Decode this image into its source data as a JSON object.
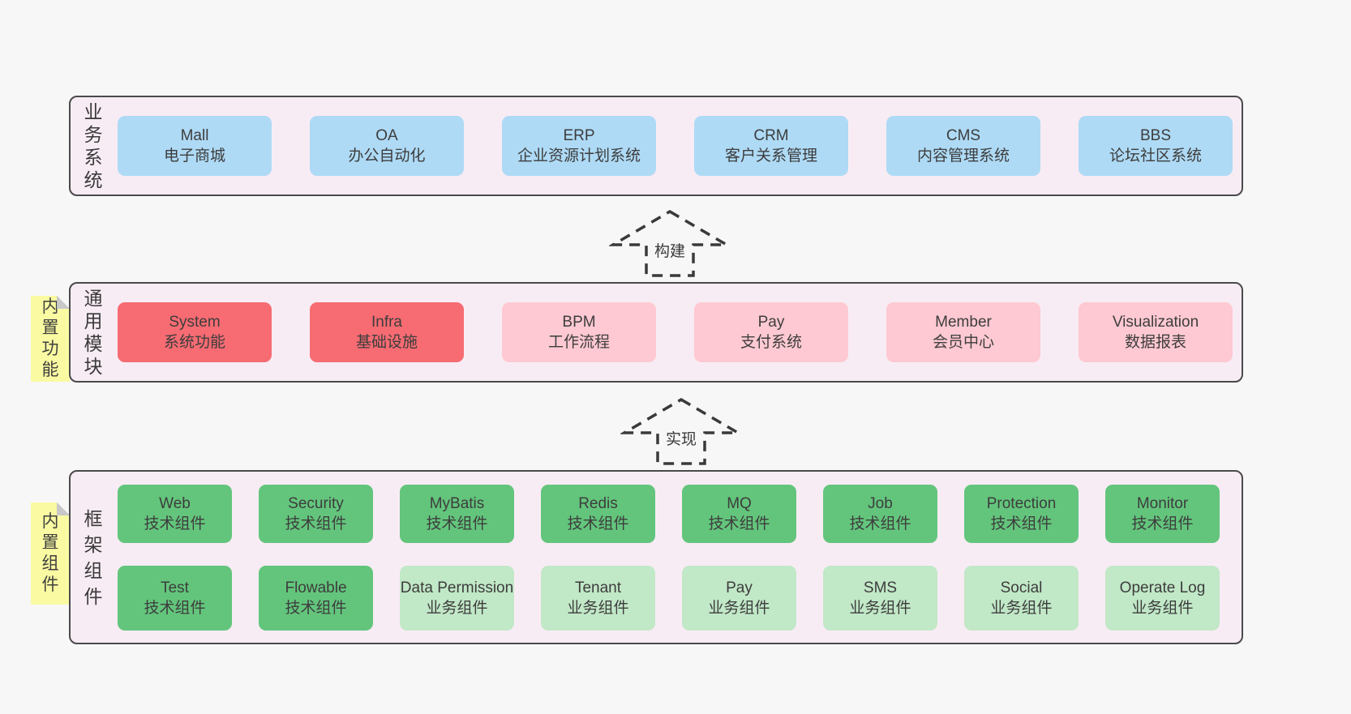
{
  "page": {
    "background": "#f7f7f7"
  },
  "colors": {
    "band_background": "#f8ecf4",
    "band_border": "#4a4a4a",
    "blue_box": "#aedaf5",
    "red_box": "#f76b72",
    "pink_box": "#fec9d2",
    "green_box": "#63c57c",
    "light_green_box": "#c1e8c7",
    "note_yellow": "#fafaa2",
    "text": "#3d3d3d"
  },
  "bands": [
    {
      "label": "业务系统",
      "rows": [
        [
          {
            "name": "Mall",
            "desc": "电子商城",
            "type": "blue"
          },
          {
            "name": "OA",
            "desc": "办公自动化",
            "type": "blue"
          },
          {
            "name": "ERP",
            "desc": "企业资源计划系统",
            "type": "blue"
          },
          {
            "name": "CRM",
            "desc": "客户关系管理",
            "type": "blue"
          },
          {
            "name": "CMS",
            "desc": "内容管理系统",
            "type": "blue"
          },
          {
            "name": "BBS",
            "desc": "论坛社区系统",
            "type": "blue"
          }
        ]
      ]
    },
    {
      "label": "通用模块",
      "note": "内置功能",
      "rows": [
        [
          {
            "name": "System",
            "desc": "系统功能",
            "type": "red"
          },
          {
            "name": "Infra",
            "desc": "基础设施",
            "type": "red"
          },
          {
            "name": "BPM",
            "desc": "工作流程",
            "type": "pink"
          },
          {
            "name": "Pay",
            "desc": "支付系统",
            "type": "pink"
          },
          {
            "name": "Member",
            "desc": "会员中心",
            "type": "pink"
          },
          {
            "name": "Visualization",
            "desc": "数据报表",
            "type": "pink"
          }
        ]
      ]
    },
    {
      "label": "框架组件",
      "note": "内置组件",
      "rows": [
        [
          {
            "name": "Web",
            "desc": "技术组件",
            "type": "green"
          },
          {
            "name": "Security",
            "desc": "技术组件",
            "type": "green"
          },
          {
            "name": "MyBatis",
            "desc": "技术组件",
            "type": "green"
          },
          {
            "name": "Redis",
            "desc": "技术组件",
            "type": "green"
          },
          {
            "name": "MQ",
            "desc": "技术组件",
            "type": "green"
          },
          {
            "name": "Job",
            "desc": "技术组件",
            "type": "green"
          },
          {
            "name": "Protection",
            "desc": "技术组件",
            "type": "green"
          },
          {
            "name": "Monitor",
            "desc": "技术组件",
            "type": "green"
          }
        ],
        [
          {
            "name": "Test",
            "desc": "技术组件",
            "type": "green"
          },
          {
            "name": "Flowable",
            "desc": "技术组件",
            "type": "green"
          },
          {
            "name": "Data Permission",
            "desc": "业务组件",
            "type": "lightgreen"
          },
          {
            "name": "Tenant",
            "desc": "业务组件",
            "type": "lightgreen"
          },
          {
            "name": "Pay",
            "desc": "业务组件",
            "type": "lightgreen"
          },
          {
            "name": "SMS",
            "desc": "业务组件",
            "type": "lightgreen"
          },
          {
            "name": "Social",
            "desc": "业务组件",
            "type": "lightgreen"
          },
          {
            "name": "Operate Log",
            "desc": "业务组件",
            "type": "lightgreen"
          }
        ]
      ]
    }
  ],
  "arrows": [
    {
      "label": "构建"
    },
    {
      "label": "实现"
    }
  ]
}
